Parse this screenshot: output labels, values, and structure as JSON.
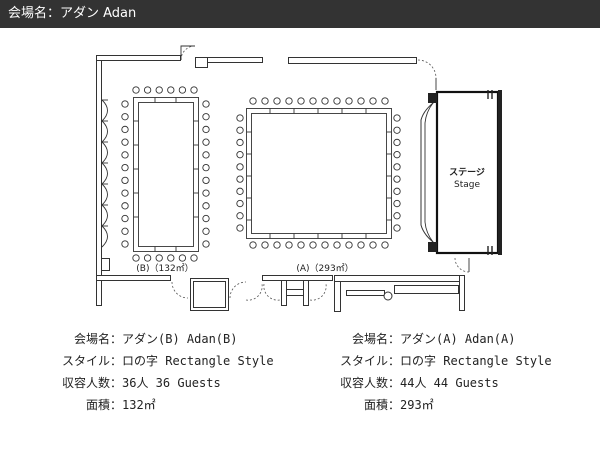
{
  "header": {
    "title": "会場名：アダン Adan"
  },
  "floor_plan": {
    "room_b_label": "(B)（132㎡）",
    "room_a_label": "(A)（293㎡）",
    "stage_label_ja": "ステージ",
    "stage_label_en": "Stage"
  },
  "rooms": [
    {
      "rows": [
        {
          "label": "会場名：",
          "value": "アダン(B) Adan(B)"
        },
        {
          "label": "スタイル：",
          "value": "ロの字 Rectangle Style"
        },
        {
          "label": "収容人数：",
          "value": "36人 36 Guests"
        },
        {
          "label": "面積：",
          "value": "132㎡"
        }
      ]
    },
    {
      "rows": [
        {
          "label": "会場名：",
          "value": "アダン(A) Adan(A)"
        },
        {
          "label": "スタイル：",
          "value": "ロの字 Rectangle Style"
        },
        {
          "label": "収容人数：",
          "value": "44人 44 Guests"
        },
        {
          "label": "面積：",
          "value": "293㎡"
        }
      ]
    }
  ],
  "colors": {
    "header_bg": "#333333",
    "header_text": "#ffffff",
    "line": "#333333"
  }
}
